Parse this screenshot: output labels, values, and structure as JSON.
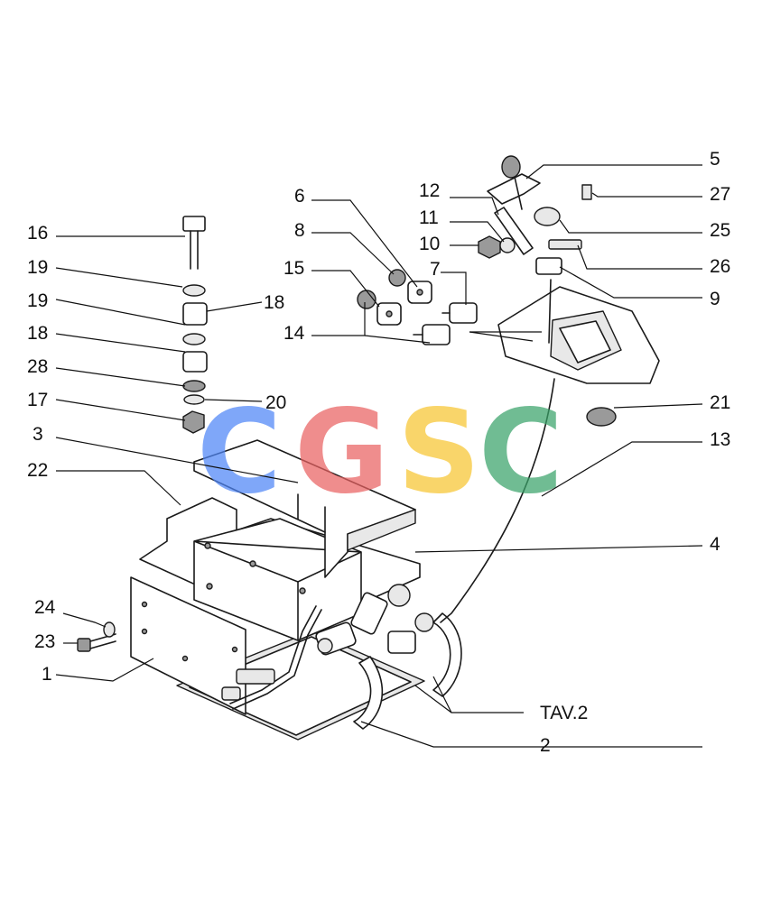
{
  "labels": {
    "l1": "1",
    "l2": "2",
    "l3": "3",
    "l4": "4",
    "l5": "5",
    "l6": "6",
    "l7": "7",
    "l8": "8",
    "l9": "9",
    "l10": "10",
    "l11": "11",
    "l12": "12",
    "l13": "13",
    "l14": "14",
    "l15": "15",
    "l16": "16",
    "l17": "17",
    "l18a": "18",
    "l18b": "18",
    "l19a": "19",
    "l19b": "19",
    "l20": "20",
    "l21": "21",
    "l22": "22",
    "l23": "23",
    "l24": "24",
    "l25": "25",
    "l26": "26",
    "l27": "27",
    "l28": "28",
    "tav": "TAV.2"
  },
  "watermark": {
    "letters": [
      "C",
      "G",
      "S",
      "C"
    ],
    "colors": [
      "#4f86f7",
      "#ea6262",
      "#f7c531",
      "#3aa36a"
    ]
  }
}
